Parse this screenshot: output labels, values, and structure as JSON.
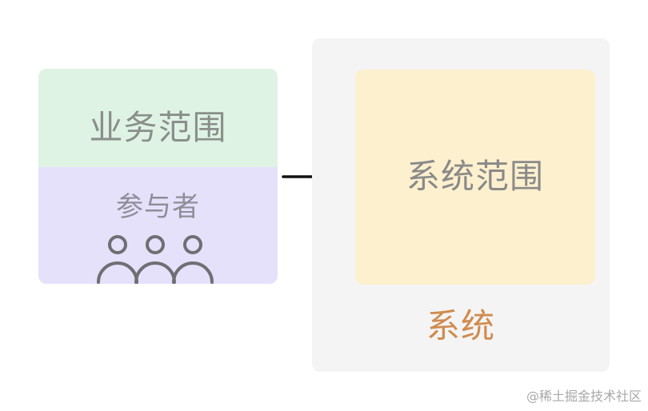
{
  "business_scope": {
    "label": "业务范围"
  },
  "participants": {
    "label": "参与者"
  },
  "system_scope": {
    "label": "系统范围"
  },
  "system": {
    "label": "系统"
  },
  "watermark": {
    "text": "@稀土掘金技术社区"
  },
  "colors": {
    "business_bg": "#dff3e4",
    "participants_bg": "#e5e1fb",
    "system_scope_bg": "#fdf0cf",
    "system_bg": "#f4f4f4",
    "system_label": "#d08b4e",
    "icon_stroke": "#6f6f73"
  },
  "icons": [
    "people-icon",
    "arrow-right-icon"
  ]
}
